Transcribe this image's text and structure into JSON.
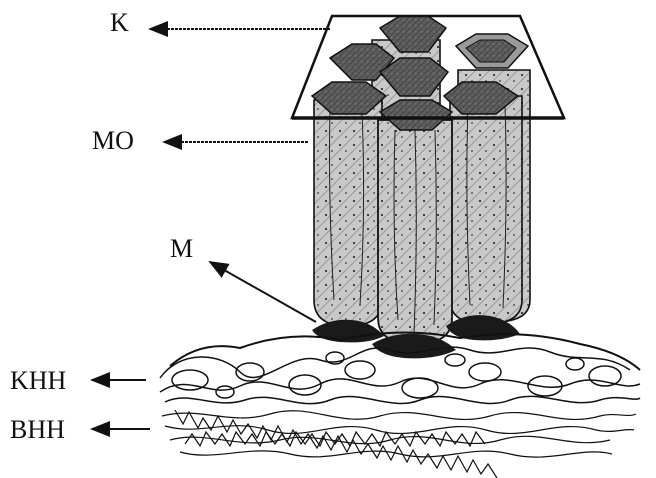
{
  "labels": {
    "k": "K",
    "mo": "MO",
    "m": "M",
    "knn": "KHH",
    "vnn": "BHH"
  },
  "colors": {
    "ink": "#111111",
    "column_fill": "#c4c4c4",
    "crystal_fill": "#5a5a5a",
    "crystal_top": "#8a8a8a",
    "membrane_fill": "#1a1a1a"
  }
}
